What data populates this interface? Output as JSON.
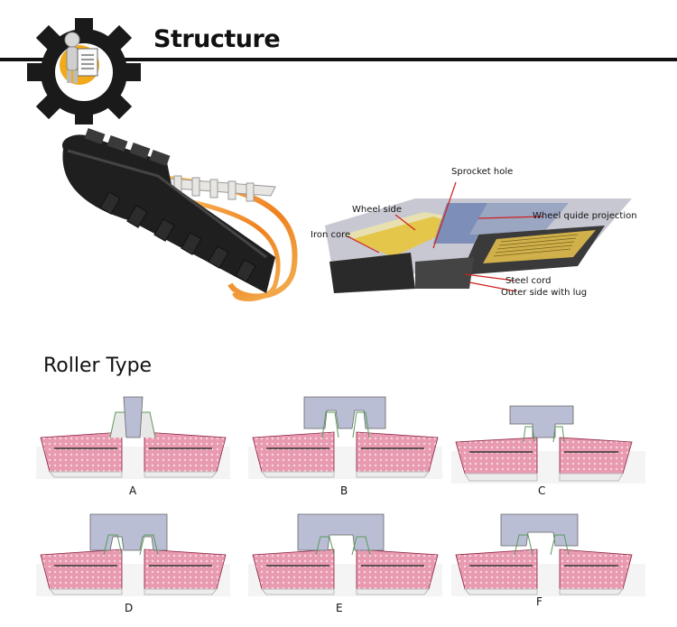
{
  "header": {
    "title": "Structure"
  },
  "icons": {
    "gear": "gear-icon",
    "person_clipboard": "person-clipboard-icon"
  },
  "callouts": {
    "sprocket_hole": "Sprocket hole",
    "wheel_side": "Wheel side",
    "wheel_guide_projection": "Wheel quide projection",
    "iron_core": "Iron core",
    "steel_cord": "Steel cord",
    "outer_side_with_lug": "Outer side with lug"
  },
  "roller_section": {
    "title": "Roller Type",
    "types": [
      "A",
      "B",
      "C",
      "D",
      "E",
      "F"
    ]
  },
  "colors": {
    "rubber_pink": "#e8a0b4",
    "roller_blue": "#b9bed4",
    "track_orange": "#f0a030",
    "accent_red": "#d02020",
    "gear_black": "#1a1a1a"
  }
}
